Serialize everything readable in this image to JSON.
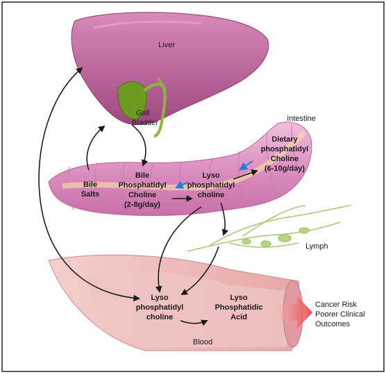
{
  "organs": {
    "liver": "Liver",
    "gall_bladder": [
      "Gall",
      "Bladder"
    ],
    "intestine": "Intestine",
    "lymph": "Lymph",
    "blood": "Blood"
  },
  "compounds": {
    "bile_salts": [
      "Bile",
      "Salts"
    ],
    "bile_pc": [
      "Bile",
      "Phosphatidyl",
      "Choline",
      "(2-8g/day)"
    ],
    "lyso_pc_intestine": [
      "Lyso",
      "phosphatidyl",
      "choline"
    ],
    "dietary_pc": [
      "Dietary",
      "phosphatidyl",
      "Choline",
      "(6-10g/day)"
    ],
    "lyso_pc_blood": [
      "Lyso",
      "phosphatidyl",
      "choline"
    ],
    "lpa": [
      "Lyso",
      "Phosphatidic",
      "Acid"
    ]
  },
  "outcome": [
    "Cancer Risk",
    "Poorer Clinical",
    "Outcomes"
  ],
  "colors": {
    "liver": "#c06a98",
    "intestine": "#d98aba",
    "bile": "#7fae2a",
    "blood_vessel": "#e8b0b0",
    "outcome_arrow": "#e84850",
    "blue_arrow": "#2a7ad8"
  }
}
